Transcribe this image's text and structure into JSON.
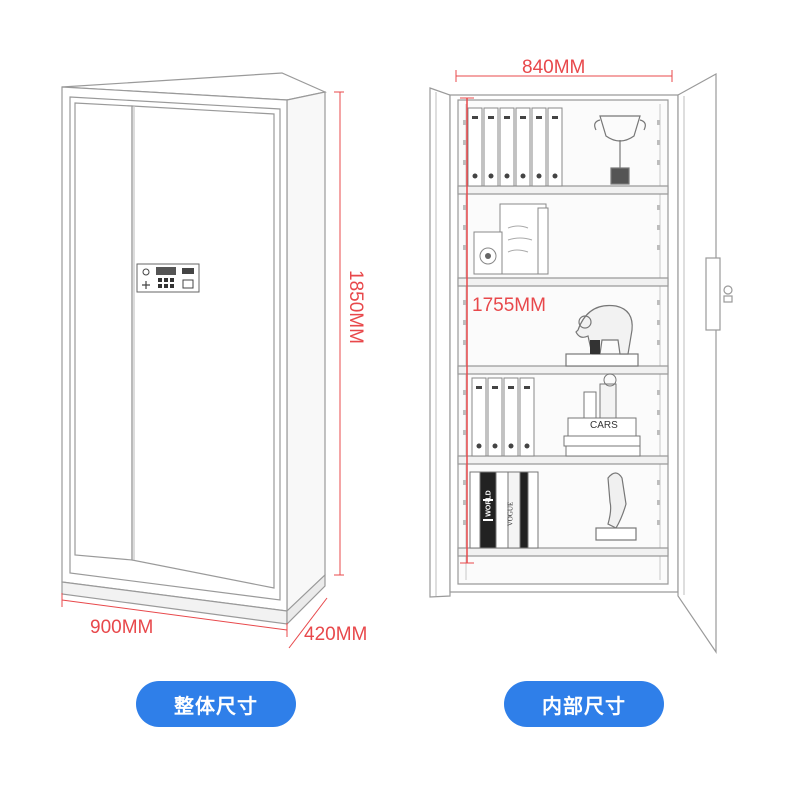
{
  "dimensions": {
    "overall_height": "1850MM",
    "overall_width": "900MM",
    "overall_depth": "420MM",
    "interior_width": "840MM",
    "interior_height": "1755MM"
  },
  "labels": {
    "overall_size": "整体尺寸",
    "interior_size": "内部尺寸"
  },
  "props": {
    "box_text": "CARS",
    "book_spines": [
      "WORLD",
      "VOGUE"
    ]
  },
  "colors": {
    "dimension": "#e8484b",
    "pill": "#2f7fe9",
    "line_art": "#9a9a9a"
  }
}
